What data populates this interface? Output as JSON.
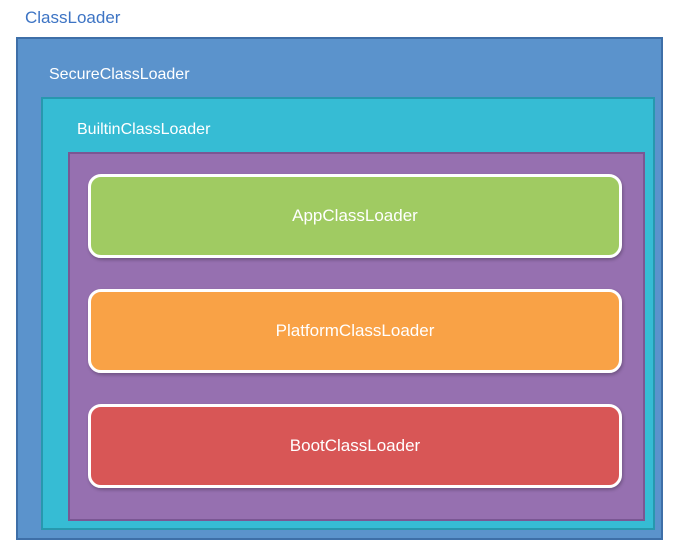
{
  "diagram": {
    "outer_label": "ClassLoader",
    "secure_label": "SecureClassLoader",
    "builtin_label": "BuiltinClassLoader",
    "loaders": [
      {
        "label": "AppClassLoader"
      },
      {
        "label": "PlatformClassLoader"
      },
      {
        "label": "BootClassLoader"
      }
    ]
  },
  "colors": {
    "classloader_text": "#3d74c4",
    "secure_fill": "#5b93cc",
    "builtin_fill": "#36bcd4",
    "inner_fill": "#9670b0",
    "app_fill": "#a0cb62",
    "platform_fill": "#f9a246",
    "boot_fill": "#d85656"
  }
}
